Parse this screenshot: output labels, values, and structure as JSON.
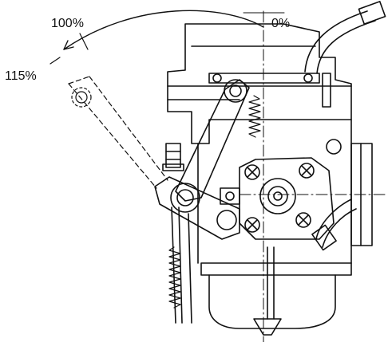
{
  "labels": {
    "full_throttle": "100%",
    "overtravel": "115%",
    "closed": "0%"
  },
  "colors": {
    "line": "#111111",
    "background": "#ffffff"
  }
}
